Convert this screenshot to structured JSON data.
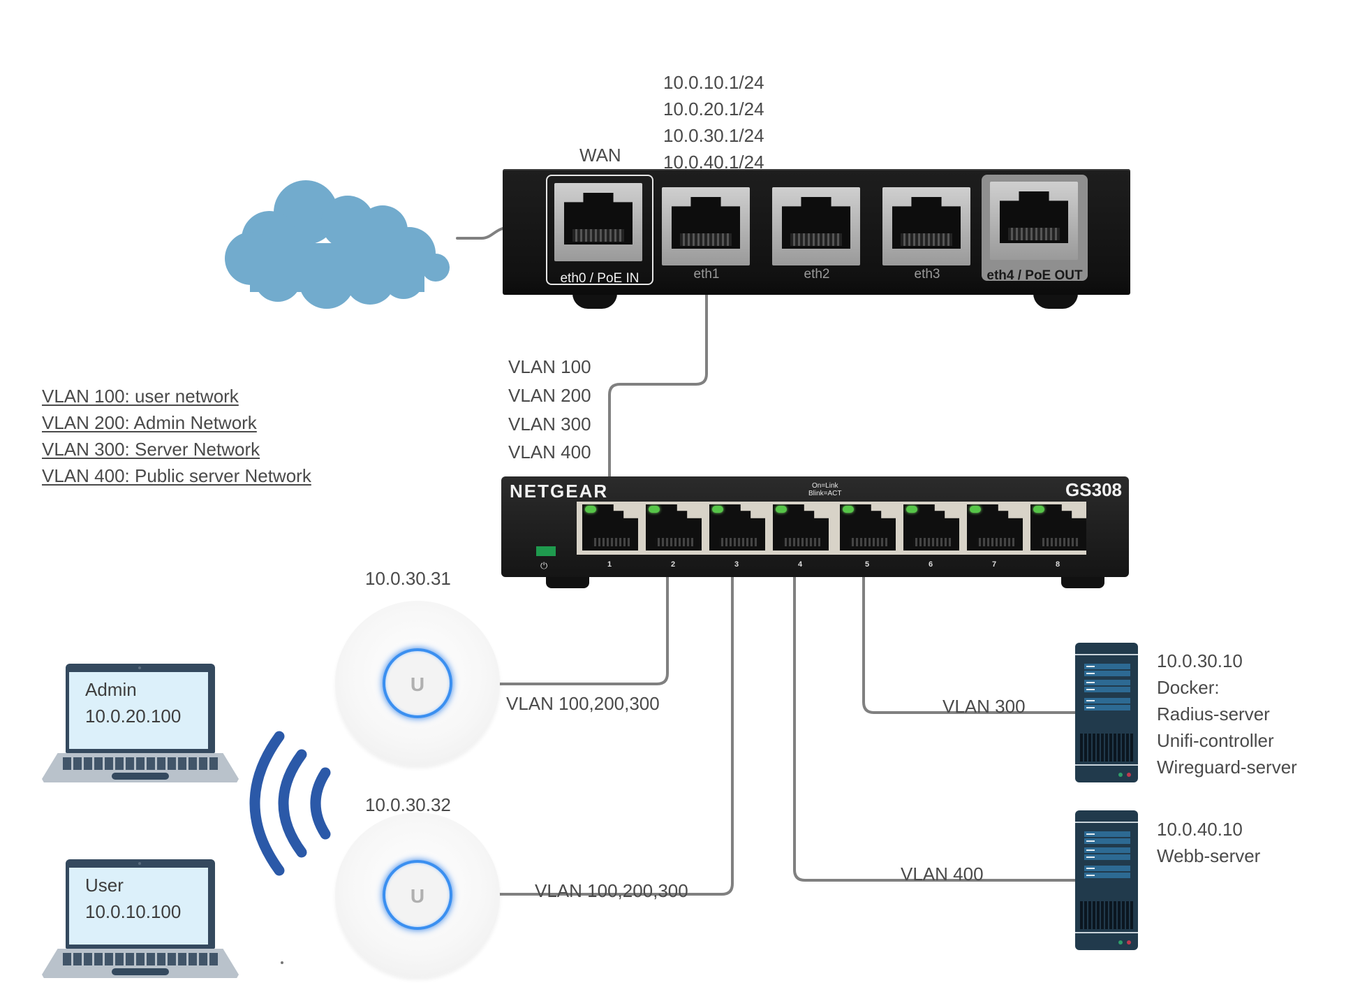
{
  "router": {
    "wan_label": "WAN",
    "ip_addresses": [
      "10.0.10.1/24",
      "10.0.20.1/24",
      "10.0.30.1/24",
      "10.0.40.1/24"
    ],
    "ports": [
      "eth0 / PoE IN",
      "eth1",
      "eth2",
      "eth3",
      "eth4 / PoE OUT"
    ]
  },
  "trunk_vlans": [
    "VLAN 100",
    "VLAN 200",
    "VLAN 300",
    "VLAN 400"
  ],
  "legend": [
    "VLAN 100: user network",
    "VLAN 200: Admin Network",
    "VLAN 300: Server Network",
    "VLAN 400: Public server Network"
  ],
  "switch": {
    "brand": "NETGEAR",
    "model": "GS308",
    "led_legend": [
      "On=Link",
      "Blink=ACT"
    ],
    "power_icon": "⏻",
    "port_numbers": [
      "1",
      "2",
      "3",
      "4",
      "5",
      "6",
      "7",
      "8"
    ]
  },
  "access_points": [
    {
      "ip": "10.0.30.31",
      "link_label": "VLAN 100,200,300",
      "logo": "U"
    },
    {
      "ip": "10.0.30.32",
      "link_label": "VLAN 100,200,300",
      "logo": "U"
    }
  ],
  "laptops": [
    {
      "role": "Admin",
      "ip": "10.0.20.100"
    },
    {
      "role": "User",
      "ip": "10.0.10.100"
    }
  ],
  "servers": [
    {
      "link_label": "VLAN 300",
      "lines": [
        "10.0.30.10",
        "Docker:",
        "Radius-server",
        "Unifi-controller",
        "Wireguard-server"
      ]
    },
    {
      "link_label": "VLAN 400",
      "lines": [
        "10.0.40.10",
        "Webb-server"
      ]
    }
  ],
  "colors": {
    "cloud": "#72abcd",
    "wire": "#808080",
    "wifi": "#2b59a8",
    "ap_ring": "#3a8ff0",
    "server_body": "#213a4c"
  }
}
